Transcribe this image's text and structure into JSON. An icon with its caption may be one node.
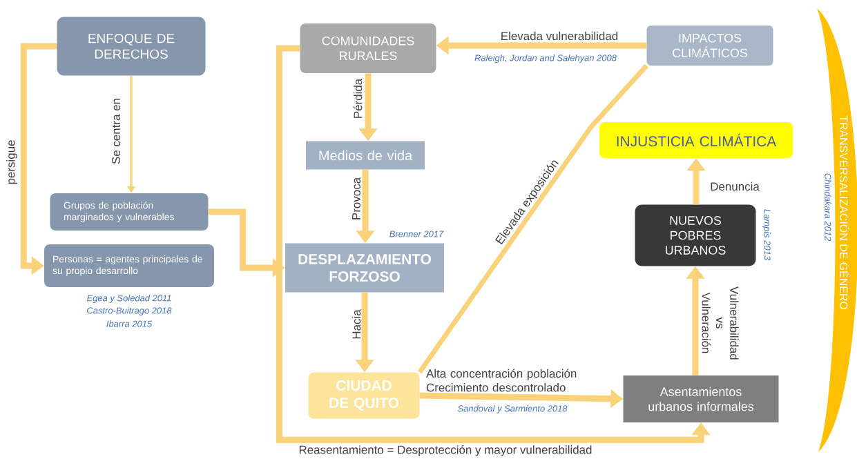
{
  "diagram": {
    "nodes": [
      {
        "text": [
          "ENFOQUE DE DERECHOS"
        ]
      },
      {
        "text": [
          "Grupos de población marginados y vulnerables"
        ]
      },
      {
        "text": [
          "Personas = agentes principales de su propio desarrollo"
        ],
        "beside": [
          "Egea y Soledad 2011",
          "Castro-Buitrago 2018",
          "Ibarra 2015"
        ]
      },
      {
        "text": [
          "COMUNIDADES RURALES"
        ]
      },
      {
        "text": [
          "IMPACTOS CLIMÁTICOS"
        ]
      },
      {
        "text": [
          "Medios de vida"
        ]
      },
      {
        "text": [
          "DESPLAZAMIENTO FORZOSO"
        ],
        "beside": [
          "Brenner 2017"
        ]
      },
      {
        "text": [
          "CIUDAD DE QUITO"
        ]
      },
      {
        "text": [
          "Asentamientos urbanos informales"
        ]
      },
      {
        "text": [
          "NUEVOS POBRES URBANOS"
        ],
        "beside": [
          "Lampis 2013"
        ]
      },
      {
        "text": [
          "INJUSTICIA CLIMÁTICA"
        ]
      }
    ],
    "edges": [
      {
        "from": 0,
        "to": 1,
        "arrow": "to",
        "label": "Se centra en"
      },
      {
        "from": 0,
        "to": 2,
        "arrow": "to",
        "label": "persigue"
      },
      {
        "from": 1,
        "to": 6,
        "arrow": "to"
      },
      {
        "from": 4,
        "to": 3,
        "arrow": "to",
        "label": "Elevada vulnerabilidad"
      },
      {
        "from": 3,
        "to": 5,
        "arrow": "to",
        "label": "Pérdida"
      },
      {
        "from": 5,
        "to": 6,
        "arrow": "to",
        "label": "Provoca"
      },
      {
        "from": 6,
        "to": 7,
        "arrow": "to",
        "label": "Hacia"
      },
      {
        "from": 7,
        "to": 8,
        "arrow": "to",
        "label": "Alta concentración población Crecimiento descontrolado"
      },
      {
        "from": 3,
        "to": 8,
        "arrow": "to",
        "label": "Reasentamiento = Desprotección y mayor vulnerabilidad"
      },
      {
        "from": 4,
        "to": 7,
        "arrow": "none",
        "label": "Elevada exposición"
      },
      {
        "from": 8,
        "to": 9,
        "arrow": "to",
        "label": "Vulnerabilidad vs Vulneración"
      },
      {
        "from": 9,
        "to": 10,
        "arrow": "to",
        "label": "Denuncia"
      }
    ],
    "labels": [
      "Raleigh, Jordan and Salehyan 2008",
      "TRANSVERSALIZACIÓN DE GÉNERO",
      "Chindakara 2012",
      "Sandoval y Sarmiento 2018"
    ]
  }
}
